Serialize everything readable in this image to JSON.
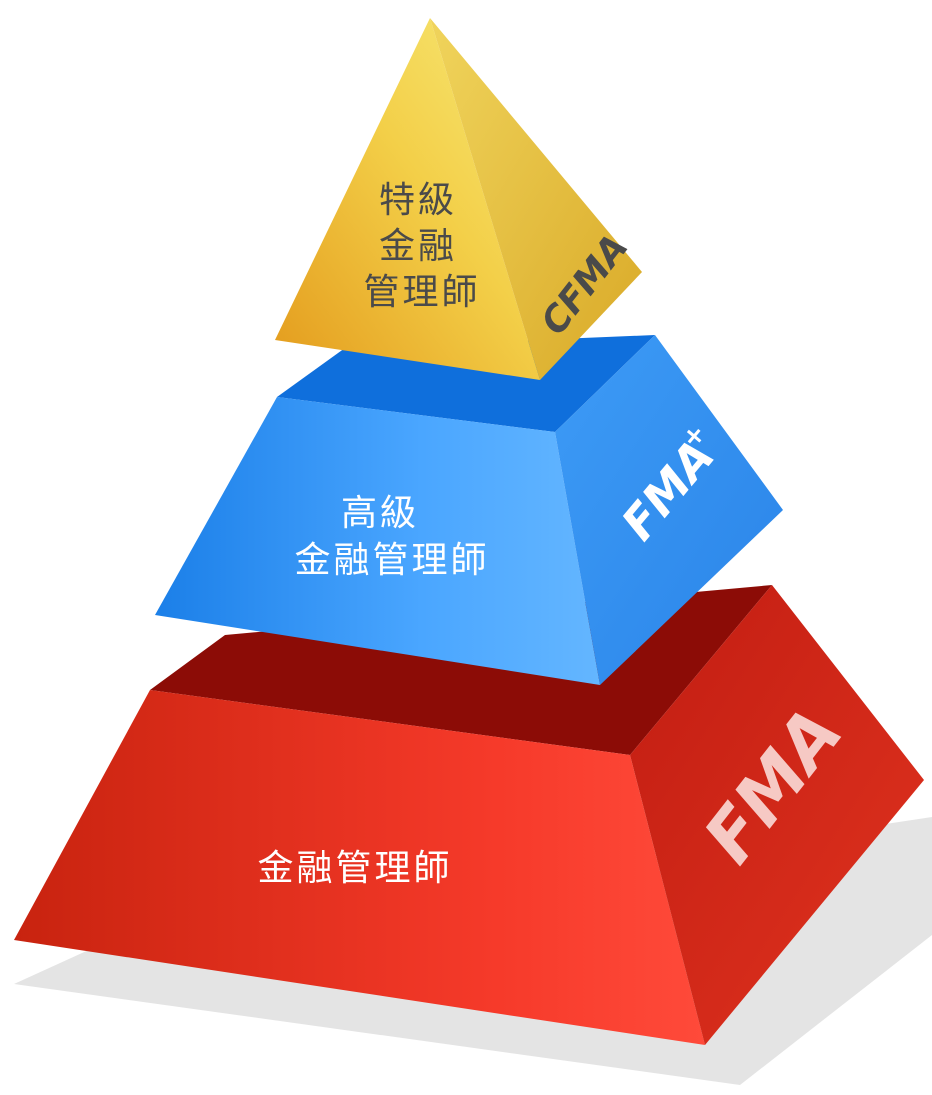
{
  "pyramid": {
    "levels": [
      {
        "code": "CFMA",
        "name_lines": [
          "特級",
          "金融",
          "管理師"
        ],
        "colors": {
          "front_light": "#f7ea7a",
          "front_dark": "#e39a1c",
          "side": "#e2b62a",
          "code_text": "#4a4a4a"
        }
      },
      {
        "code": "FMA",
        "code_superscript": "+",
        "name_lines": [
          "高級",
          "金融管理師"
        ],
        "colors": {
          "front_light": "#64b6ff",
          "front_dark": "#1b7fe8",
          "top": "#0f6fdc",
          "side": "#3a94f3",
          "code_text": "#ffffff"
        }
      },
      {
        "code": "FMA",
        "name_lines": [
          "金融管理師"
        ],
        "colors": {
          "front_light": "#ff4a3a",
          "front_dark": "#c8230f",
          "top": "#8c0c06",
          "side": "#d2281c",
          "code_text": "#f6c9c4"
        }
      }
    ],
    "shadow_color": "#e4e4e4"
  }
}
